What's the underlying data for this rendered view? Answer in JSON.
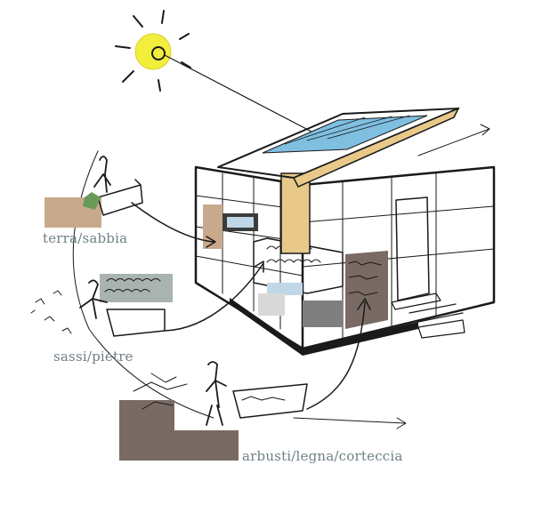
{
  "labels": {
    "terra": "terra/sabbia",
    "sassi": "sassi/pietre",
    "arbusti": "arbusti/legna/corteccia"
  },
  "colors": {
    "label_text": "#6f7f86",
    "ink": "#1a1a1a",
    "sun": "#f3ee3c",
    "solar_panel": "#7fbfe0",
    "timber": "#e8c98a",
    "earth_swatch": "#c9a98c",
    "stone_swatch": "#a9b3b0",
    "bark_swatch": "#7a6a64",
    "wall_infill": "#7f7f7f"
  }
}
